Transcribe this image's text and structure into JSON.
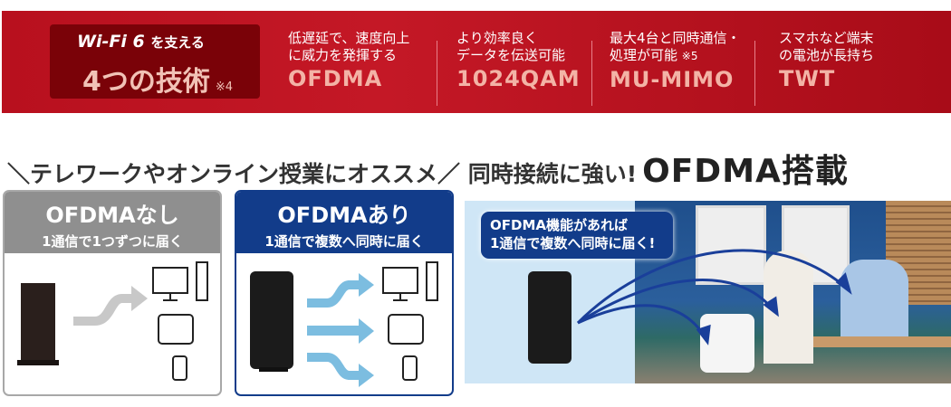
{
  "banner": {
    "badge": {
      "line1": "Wi-Fi 6",
      "line1_suffix": "を支える",
      "line2": "4つの技術",
      "note": "※4"
    },
    "features": [
      {
        "desc1": "低遅延で、速度向上",
        "desc2": "に威力を発揮する",
        "note": "",
        "name": "OFDMA"
      },
      {
        "desc1": "より効率良く",
        "desc2": "データを伝送可能",
        "note": "",
        "name": "1024QAM"
      },
      {
        "desc1": "最大4台と同時通信・",
        "desc2": "処理が可能",
        "note": "※5",
        "name": "MU-MIMO"
      },
      {
        "desc1": "スマホなど端末",
        "desc2": "の電池が長持ち",
        "note": "",
        "name": "TWT"
      }
    ]
  },
  "headline": {
    "text": "＼テレワークやオンライン授業にオススメ／ 同時接続に強い!",
    "big": "OFDMA搭載"
  },
  "panels": [
    {
      "title": "OFDMAなし",
      "subtitle": "1通信で1つずつに届く"
    },
    {
      "title": "OFDMAあり",
      "subtitle": "1通信で複数へ同時に届く"
    }
  ],
  "photo": {
    "bubble_line1": "OFDMA機能があれば",
    "bubble_line2": "1通信で複数へ同時に届く!"
  },
  "colors": {
    "banner": "#c41826",
    "badge": "#7a0208",
    "accent_text": "#f3b3a6",
    "navy": "#123c8a",
    "gray": "#8f8f8f"
  }
}
